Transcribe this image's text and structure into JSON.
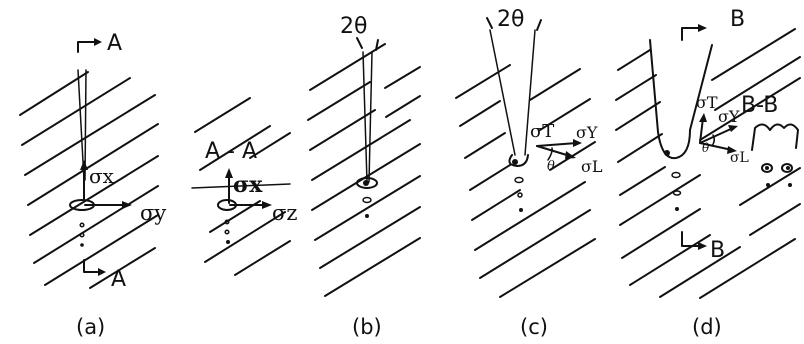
{
  "panels": [
    {
      "caption": "(a)",
      "section_label_top": "A",
      "section_label_bottom": "A",
      "stress_x": "σx",
      "stress_y": "σy",
      "section_title": "A - A",
      "section_stress_x": "σx",
      "section_stress_z": "σz"
    },
    {
      "caption": "(b)",
      "angle_label": "2θ"
    },
    {
      "caption": "(c)",
      "angle_label": "2θ",
      "stress_t": "σT",
      "stress_y": "σY",
      "stress_l": "σL",
      "theta": "θ"
    },
    {
      "caption": "(d)",
      "section_label_top": "B",
      "section_label_bottom": "B",
      "stress_t": "σT",
      "stress_y": "σY",
      "stress_l": "σL",
      "theta": "θ",
      "section_title": "B-B"
    }
  ]
}
